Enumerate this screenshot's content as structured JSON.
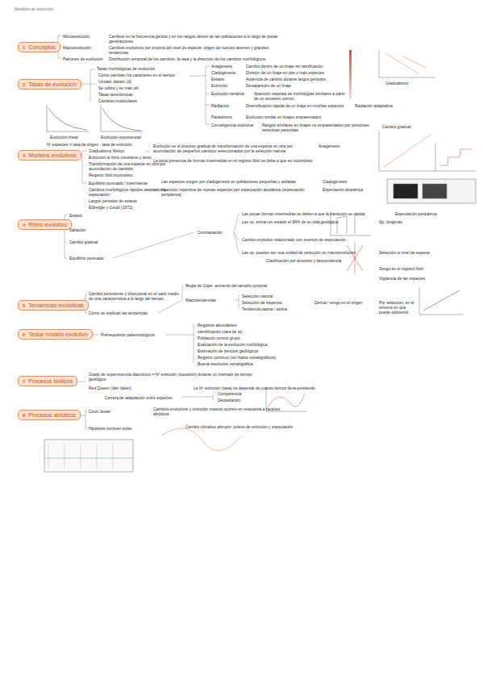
{
  "diagram": {
    "title": "Modelos de evolución",
    "nodes": [
      {
        "text": [
          "1",
          "Conceptos"
        ]
      },
      {
        "text": [
          "2",
          "Tasas de evolución"
        ]
      },
      {
        "text": [
          "3",
          "Modelos evolutivos"
        ]
      },
      {
        "text": [
          "4",
          "Ritmo evolutivo"
        ]
      },
      {
        "text": [
          "5",
          "Tendencias evolutivas"
        ]
      },
      {
        "text": [
          "6",
          "Testar modelo evolutivo"
        ]
      },
      {
        "text": [
          "7",
          "Procesos bióticos"
        ]
      },
      {
        "text": [
          "8",
          "Procesos abióticos"
        ]
      }
    ],
    "labels": [
      "Microevolución",
      "Cambios en la frecuencia génica y en los rasgos dentro de las poblaciones a lo largo de pocas generaciones",
      "Macroevolución",
      "Cambios evolutivos por encima del nivel de especie: origen de nuevos taxones y grandes tendencias",
      "Patrones de evolución",
      "Distribución temporal de los cambios: la tasa y la dirección de los cambios morfológicos",
      "Tasas morfológicas de evolución",
      "Cómo cambian los caracteres en el tiempo",
      "Unidad: darwin (d)",
      "Se utiliza y es más útil",
      "Tasas taxonómicas",
      "Cambios moleculares",
      "Anagénesis",
      "Cambio dentro de un linaje sin ramificación",
      "Cladogénesis",
      "División de un linaje en dos o más especies",
      "Estasis",
      "Ausencia de cambio durante largos periodos",
      "Extinción",
      "Desaparición de un linaje",
      "Evolución iterativa",
      "Aparición repetida de morfologías similares a partir de un ancestro común",
      "Radiación",
      "Diversificación rápida de un linaje en muchas especies",
      "Paralelismo",
      "Evolución similar en linajes emparentados",
      "Convergencia evolutiva",
      "Rasgos similares en linajes no emparentados por presiones selectivas parecidas",
      "Radiación adaptativa",
      "Gradualismo",
      "Evolución lineal",
      "Evolución exponencial",
      "Nº especies = tasa de origen - tasa de extinción",
      "Gradualismo filético",
      "Evolución a ritmo constante y lento",
      "Transformación de una especie en otra por acumulación de cambios",
      "Registro fósil incompleto",
      "Evolución es el proceso gradual de transformación de una especie en otra por acumulación de pequeños cambios seleccionados por la selección natural",
      "Anagénesis",
      "La poca presencia de formas intermedias en el registro fósil se debe a que es incompleto",
      "Cambio gradual",
      "Equilibrio puntuado / intermitente",
      "Cambios morfológicos rápidos asociados a especiación",
      "Largos periodos de estasis",
      "Eldredge y Gould (1972)",
      "Las especies surgen por cladogénesis en poblaciones pequeñas y aisladas",
      "Aparición repentina de nuevas especies por especiación alopátrica (especiación peripátrica)",
      "Cladogénesis",
      "Especiación alopátrica",
      "Estasis",
      "Saltación",
      "Cambio gradual",
      "Equilibrio puntuado",
      "Contrastación",
      "Las pocas formas intermedias se deben a que la transición es rápida",
      "Especiación peripátrica",
      "Las sp. entran en estasis el 99% de su vida geológica",
      "Sp. longevas",
      "Cambio evolutivo relacionado con eventos de especiación",
      "Las sp. pueden ser una unidad de selección en macroevolución",
      "Selección a nivel de especie",
      "Clasificación por ancestro y descendencia",
      "Sesgo en el registro fósil",
      "Vigilancia de las especies",
      "Cambio persistente y direccional en el valor medio de una característica a lo largo del tiempo",
      "Cómo se explican las tendencias",
      "Regla de Cope: aumento del tamaño corporal",
      "Macrotendencias",
      "Selección natural",
      "Selección de especies",
      "Tendencia pasiva / activa",
      "Deriva / sesgo en el origen",
      "Por selección, en el entorno en que puede sobrevivir",
      "Prerrequisitos paleontológicos",
      "Registros abundantes",
      "Identificación clara de sp.",
      "Población control grupo",
      "Evaluación de la evolución morfológica",
      "Estimación de tiempos geológicos",
      "Registro continuo (sin hiatos estratigráficos)",
      "Buena resolución estratigráfica",
      "Grado de supervivencia diacrónico = Nº extinción (sucesión) durante un intervalo de tiempo geológico",
      "La Nº extinción (tasa) no depende de cuánto tiempo lleva existiendo",
      "Carrera de adaptación entre especies",
      "Competencia",
      "Depredación",
      "Red Queen (Van Valen)",
      "Court Jester",
      "Cambios evolutivos y extinción masiva ocurren en respuesta a factores abióticos",
      "Hipótesis turnover pulse",
      "Cambio climático abrupto: pulsos de extinción y especiación"
    ]
  }
}
